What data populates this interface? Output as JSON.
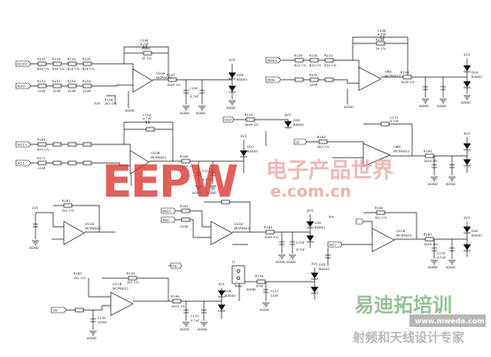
{
  "colors": {
    "wire": "#1a1a1a",
    "watermark_red": "#d9302a",
    "watermark_faint": "#e6a3a0",
    "watermark_green": "#3b8f3b",
    "watermark_gray": "#8a8a8a"
  },
  "watermark_top": {
    "logo": "EEPW",
    "chinese": "电子产品世界",
    "url": "e.com.cn"
  },
  "watermark_bottom": {
    "logo_text": "易迪拓培训",
    "subtitle": "射频和天线设计专家",
    "url_tag": "www.mweda.com"
  },
  "ports": [
    {
      "text": "ACI0+"
    },
    {
      "text": "ACI0-"
    },
    {
      "text": "ACI1+"
    },
    {
      "text": "ACI1-"
    },
    {
      "text": "DIBe+"
    },
    {
      "text": "DIBe-"
    },
    {
      "text": "Vref"
    },
    {
      "text": "Lb"
    },
    {
      "text": "Bad+"
    },
    {
      "text": "Bad-"
    },
    {
      "text": "Rin+"
    },
    {
      "text": "Rin-"
    },
    {
      "text": "Vin"
    },
    {
      "text": "Irq"
    }
  ],
  "amps": [
    {
      "name": "U10A",
      "part": "MCP6022"
    },
    {
      "name": "U8A",
      "part": "MCP6022"
    },
    {
      "name": "U10B",
      "part": "MCP6022"
    },
    {
      "name": "U8B",
      "part": "MCP6022"
    },
    {
      "name": "U11A",
      "part": "MCP6022"
    },
    {
      "name": "U12A",
      "part": "MCP6022"
    },
    {
      "name": "U12B",
      "part": "MCP6022"
    },
    {
      "name": "U11B",
      "part": "MCP6022"
    }
  ],
  "components": [
    {
      "ref": "C108",
      "val": "4.7nF"
    },
    {
      "ref": "R149",
      "val": "2k 1%"
    },
    {
      "ref": "R142",
      "val": "82k 1%"
    },
    {
      "ref": "R143",
      "val": "82k 1%"
    },
    {
      "ref": "R144",
      "val": "82k 1%"
    },
    {
      "ref": "R145",
      "val": "82k 1%"
    },
    {
      "ref": "R151",
      "val": "120R"
    },
    {
      "ref": "R152",
      "val": "120R"
    },
    {
      "ref": "R153",
      "val": "120R"
    },
    {
      "ref": "R154",
      "val": "120R"
    },
    {
      "ref": "R156",
      "val": "2k2 1%"
    },
    {
      "ref": "R147",
      "val": "1k49 1%"
    },
    {
      "ref": "C109",
      "val": "4.7nF"
    },
    {
      "ref": "D26",
      "val": "BAS40"
    },
    {
      "ref": "C106",
      "val": "4.7nF"
    },
    {
      "ref": "R148",
      "val": "2k 1%"
    },
    {
      "ref": "R139",
      "val": "82k 1%"
    },
    {
      "ref": "R140",
      "val": "82k 1%"
    },
    {
      "ref": "R141",
      "val": "82k 1%"
    },
    {
      "ref": "R150",
      "val": "120R"
    },
    {
      "ref": "R146",
      "val": "1k49 1%"
    },
    {
      "ref": "D24",
      "val": "BAS40"
    },
    {
      "ref": "C114",
      "val": "4.7nF"
    },
    {
      "ref": "R164",
      "val": "82k 1%"
    },
    {
      "ref": "R171",
      "val": "120R"
    },
    {
      "ref": "R168",
      "val": "1k49 1%"
    },
    {
      "ref": "C111",
      "val": "4.7nF"
    },
    {
      "ref": "R159",
      "val": "1k49 1%"
    },
    {
      "ref": "R163",
      "val": "2k2 1%"
    },
    {
      "ref": "C115",
      "val": "4.7nF"
    },
    {
      "ref": "R165",
      "val": "1k49 1%"
    },
    {
      "ref": "R161",
      "val": "2k2 1%"
    },
    {
      "ref": "R162",
      "val": "120R"
    },
    {
      "ref": "R183",
      "val": "1k49 1%"
    },
    {
      "ref": "C116",
      "val": "4.7nF"
    },
    {
      "ref": "R180",
      "val": "2k2 1%"
    },
    {
      "ref": "R187",
      "val": "1k49 1%"
    },
    {
      "ref": "C120",
      "val": "4.7nF"
    },
    {
      "ref": "R182",
      "val": "2k2 1%"
    },
    {
      "ref": "R193",
      "val": "2k2 1%"
    },
    {
      "ref": "R199",
      "val": "1k49 1%"
    },
    {
      "ref": "C130",
      "val": "100nF"
    },
    {
      "ref": "R194",
      "val": "100k"
    },
    {
      "ref": "C127",
      "val": "22nF"
    },
    {
      "ref": "C131",
      "val": "4.7nF"
    },
    {
      "ref": "J1",
      "val": "Temp"
    },
    {
      "ref": "D33",
      "val": "BAS40"
    },
    {
      "ref": "D27",
      "val": "BAS40"
    },
    {
      "ref": "D29",
      "val": "BAS40"
    },
    {
      "ref": "D32",
      "val": "BAS40"
    },
    {
      "ref": "D35",
      "val": "BAS40"
    },
    {
      "ref": "D36",
      "val": "BAS40"
    }
  ],
  "net_labels": {
    "agnd": "AGND",
    "v3": "3V3",
    "v2": "2V0"
  }
}
